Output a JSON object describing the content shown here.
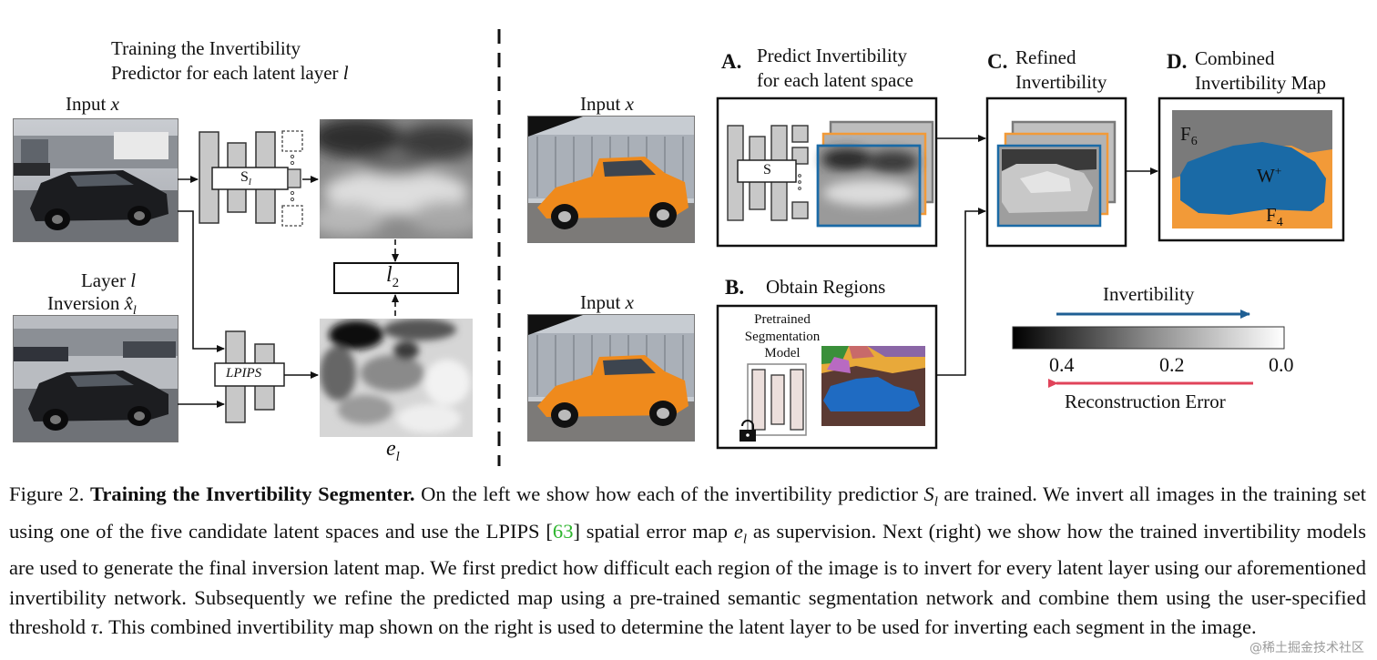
{
  "left": {
    "title_line1": "Training the Invertibility",
    "title_line2_prefix": "Predictor for each latent layer ",
    "title_line2_var": "l",
    "input_label": "Input ",
    "input_var": "x",
    "layer_label_line1_prefix": "Layer ",
    "layer_label_var": "l",
    "layer_label_line2_prefix": "Inversion ",
    "layer_label_line2_var": "x̂",
    "layer_label_line2_sub": "l",
    "predictor_label": "S",
    "predictor_sub": "l",
    "lpips_label": "LPIPS",
    "loss_label": "l",
    "loss_sub": "2",
    "error_label": "e",
    "error_sub": "l"
  },
  "right": {
    "input_label_top": "Input ",
    "input_label_bottom": "Input ",
    "input_var": "x",
    "panel_a_letter": "A.",
    "panel_a_line1": "Predict Invertibility",
    "panel_a_line2": "for each latent space",
    "panel_a_predictor": "S",
    "panel_b_letter": "B.",
    "panel_b_title": "Obtain Regions",
    "panel_b_model_line1": "Pretrained",
    "panel_b_model_line2": "Segmentation",
    "panel_b_model_line3": "Model",
    "panel_c_letter": "C.",
    "panel_c_line1": "Refined",
    "panel_c_line2": "Invertibility",
    "panel_d_letter": "D.",
    "panel_d_line1": "Combined",
    "panel_d_line2": "Invertibility Map",
    "map_label_f6": "F",
    "map_label_f6_sub": "6",
    "map_label_w": "W",
    "map_label_w_sup": "+",
    "map_label_f4": "F",
    "map_label_f4_sub": "4",
    "colorbar_top_label": "Invertibility",
    "colorbar_ticks": [
      "0.4",
      "0.2",
      "0.0"
    ],
    "colorbar_bottom_label": "Reconstruction Error"
  },
  "colors": {
    "orange": "#f29a38",
    "blue": "#1a6aa6",
    "map_gray": "#7a7a7a",
    "car_orange": "#ef8a1c",
    "arrow_blue": "#1f5f94",
    "arrow_red": "#e0435a",
    "cite_green": "#2db52d"
  },
  "caption": {
    "prefix": "Figure 2. ",
    "bold_title": "Training the Invertibility Segmenter.",
    "part1": " On the left we show how each of the invertibility predictior ",
    "var_s": "S",
    "var_s_sub": "l",
    "part2": " are trained. We invert all images in the training set using one of the five candidate latent spaces and use the LPIPS ",
    "cite_open": "[",
    "cite_num": "63",
    "cite_close": "]",
    "part3": " spatial error map ",
    "var_e": "e",
    "var_e_sub": "l",
    "part4": " as supervision. Next (right) we show how the trained invertibility models are used to generate the final inversion latent map. We first predict how difficult each region of the image is to invert for every latent layer using our aforementioned invertibility network. Subsequently we refine the predicted map using a pre-trained semantic segmentation network and combine them using the user-specified threshold ",
    "var_tau": "τ",
    "part5": ". This combined invertibility map shown on the right is used to determine the latent layer to be used for inverting each segment in the image."
  },
  "watermark": "@稀土掘金技术社区"
}
